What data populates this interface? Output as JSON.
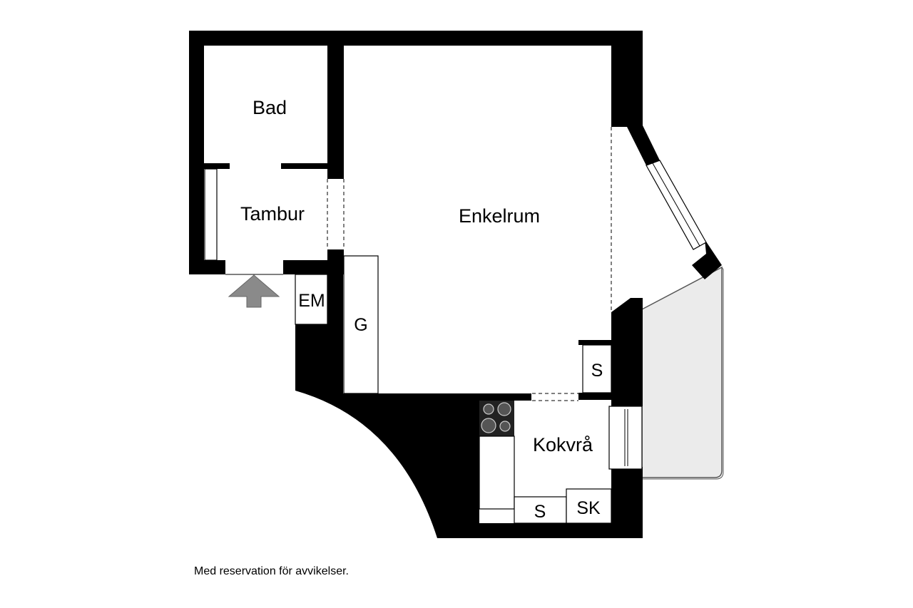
{
  "rooms": {
    "bad": "Bad",
    "tambur": "Tambur",
    "enkelrum": "Enkelrum",
    "kokvra": "Kokvrå"
  },
  "fixtures": {
    "em": "EM",
    "g": "G",
    "s_upper": "S",
    "s_lower": "S",
    "sk": "SK"
  },
  "colors": {
    "wall": "#000000",
    "balcony": "#ebebeb",
    "entrance_arrow": "#8a8a8a"
  },
  "footer": {
    "disclaimer": "Med reservation för avvikelser."
  }
}
